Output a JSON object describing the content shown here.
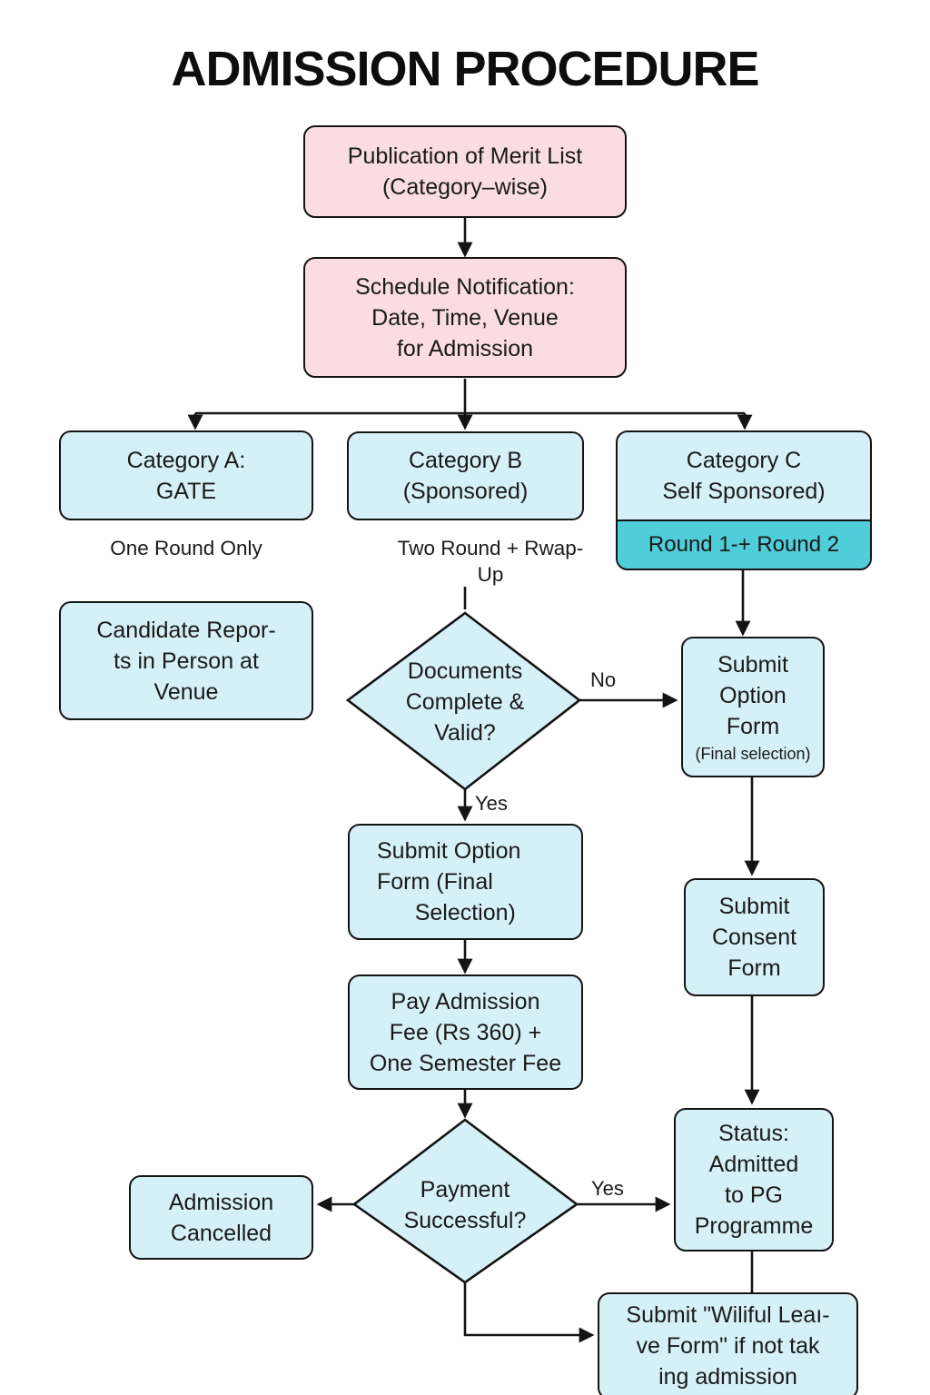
{
  "title": "ADMISSION PROCEDURE",
  "colors": {
    "pink": "#fadde2",
    "cyan": "#d5f1f7",
    "teal": "#4fcdd8",
    "border": "#141414",
    "text": "#1a1a1a"
  },
  "nodes": {
    "merit_list": {
      "text": "Publication of Merit List\n(Category–wise)"
    },
    "schedule": {
      "text": "Schedule Notification:\nDate, Time, Venue\nfor Admission"
    },
    "cat_a": {
      "text": "Category A:\nGATE"
    },
    "cat_a_note": {
      "text": "One Round Only"
    },
    "cat_b": {
      "text": "Category B\n(Sponsored)"
    },
    "cat_b_note": {
      "text": "Two Round + Rwap-\nUp"
    },
    "cat_c": {
      "text": "Category C\nSelf Sponsored)",
      "band": "Round 1-+ Round 2"
    },
    "candidate_reports": {
      "text": "Candidate Repor-\nts in Person at\nVenue"
    },
    "docs_valid": {
      "text": "Documents\nComplete &\nValid?"
    },
    "submit_option_right": {
      "text": "Submit\nOption\nForm",
      "subtext": "(Final selection)"
    },
    "submit_option_mid": {
      "text": "Submit Option\nForm (Final\n      Selection)"
    },
    "pay_fee": {
      "text": "Pay Admission\nFee (Rs 360) +\nOne Semester Fee"
    },
    "payment_ok": {
      "text": "Payment\nSuccessful?"
    },
    "admission_cancelled": {
      "text": "Admission\nCancelled"
    },
    "submit_consent": {
      "text": "Submit\nConsent\nForm"
    },
    "status_admitted": {
      "text": "Status:\nAdmitted\nto PG\nProgramme"
    },
    "wilful_leave": {
      "text": "Submit \"Wiliful Leaı-\nve Form\" if not tak\ning admission"
    }
  },
  "labels": {
    "no": "No",
    "yes_docs": "Yes",
    "yes_payment": "Yes"
  }
}
